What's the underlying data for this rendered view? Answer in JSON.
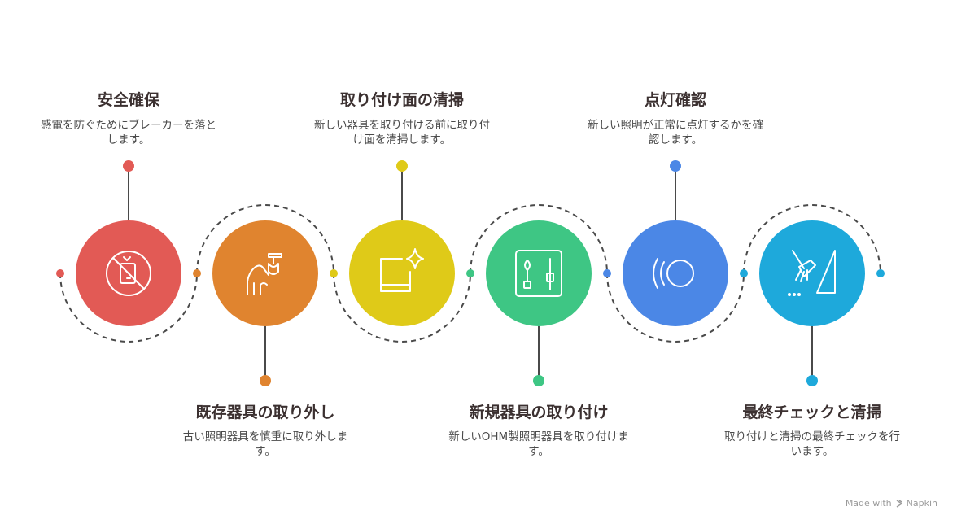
{
  "steps": [
    {
      "title": "安全確保",
      "description": "感電を防ぐためにブレーカーを落とします。",
      "icon": "no-phone-icon",
      "color": "#e25a55"
    },
    {
      "title": "既存器具の取り外し",
      "description": "古い照明器具を慎重に取り外します。",
      "icon": "ceiling-fixture-hand-icon",
      "color": "#e0842f"
    },
    {
      "title": "取り付け面の清掃",
      "description": "新しい器具を取り付ける前に取り付け面を清掃します。",
      "icon": "sparkle-surface-icon",
      "color": "#dfca18"
    },
    {
      "title": "新規器具の取り付け",
      "description": "新しいOHM製照明器具を取り付けます。",
      "icon": "tools-panel-icon",
      "color": "#3ec684"
    },
    {
      "title": "点灯確認",
      "description": "新しい照明が正常に点灯するかを確認します。",
      "icon": "light-waves-icon",
      "color": "#4b87e6"
    },
    {
      "title": "最終チェックと清掃",
      "description": "取り付けと清掃の最終チェックを行います。",
      "icon": "broom-icon",
      "color": "#1ea9db"
    }
  ],
  "footer": {
    "made_with": "Made with",
    "brand": "Napkin"
  }
}
